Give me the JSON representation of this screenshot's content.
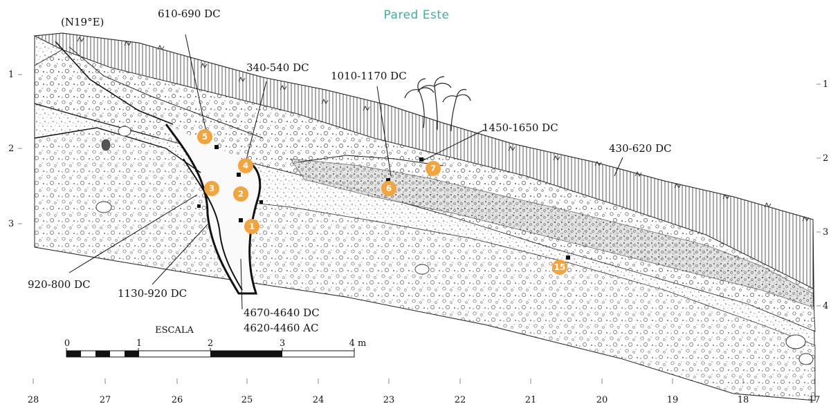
{
  "title": "Pared Este",
  "orientation": "(N19°E)",
  "dates": {
    "d610_690": "610-690 DC",
    "d340_540": "340-540 DC",
    "d1010_1170": "1010-1170 DC",
    "d1450_1650": "1450-1650 DC",
    "d430_620": "430-620 DC",
    "d920_800": "920-800 DC",
    "d1130_920": "1130-920 DC",
    "d4670_4640": "4670-4640 DC",
    "d4620_4460": "4620-4460 AC"
  },
  "markers": [
    "1",
    "2",
    "3",
    "4",
    "5",
    "6",
    "7",
    "15"
  ],
  "marker_color": "#f5a33b",
  "title_color": "#3fb0a0",
  "left_depth_ticks": [
    "1",
    "2",
    "3"
  ],
  "right_depth_ticks": [
    "1",
    "2",
    "3",
    "4"
  ],
  "bottom_ticks": [
    "28",
    "27",
    "26",
    "25",
    "24",
    "23",
    "22",
    "21",
    "20",
    "19",
    "18",
    "17"
  ],
  "scale": {
    "title": "ESCALA",
    "labels": [
      "0",
      "1",
      "2",
      "3",
      "4 m"
    ]
  }
}
